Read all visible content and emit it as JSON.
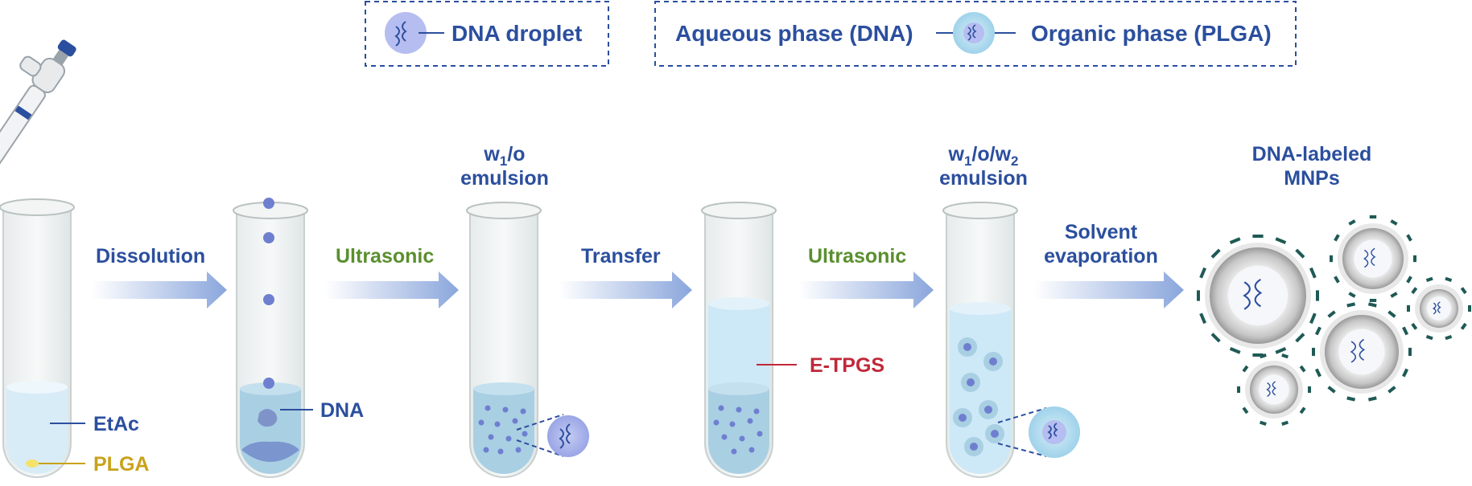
{
  "legend": {
    "droplet_label": "DNA droplet",
    "aqueous_label": "Aqueous phase (DNA)",
    "organic_label": "Organic phase (PLGA)"
  },
  "steps": {
    "dissolution": "Dissolution",
    "ultrasonic_1": "Ultrasonic",
    "transfer": "Transfer",
    "ultrasonic_2": "Ultrasonic",
    "solvent_line1": "Solvent",
    "solvent_line2": "evaporation"
  },
  "tube_titles": {
    "w1o_main": "w",
    "w1o_sub": "1",
    "w1o_rest": "/o",
    "w1o_line2": "emulsion",
    "w1ow2_w": "w",
    "w1ow2_sub1": "1",
    "w1ow2_mid": "/o/w",
    "w1ow2_sub2": "2",
    "w1ow2_line2": "emulsion",
    "mnp_line1": "DNA-labeled",
    "mnp_line2": "MNPs"
  },
  "labels": {
    "etac": "EtAc",
    "plga": "PLGA",
    "dna": "DNA",
    "etpgs": "E-TPGS"
  },
  "colors": {
    "blue_text": "#2b4f9e",
    "green_text": "#5a8f2e",
    "red_text": "#c0283a",
    "gold_text": "#c9a21a",
    "arrow": "#8aa6dc",
    "dna_dot": "#6f7fd0",
    "liquid_light": "#d8ecf7",
    "liquid_mid": "#a9d3ea",
    "mnp_shell": "#bdbdbd",
    "mnp_teeth": "#1f5a55"
  }
}
